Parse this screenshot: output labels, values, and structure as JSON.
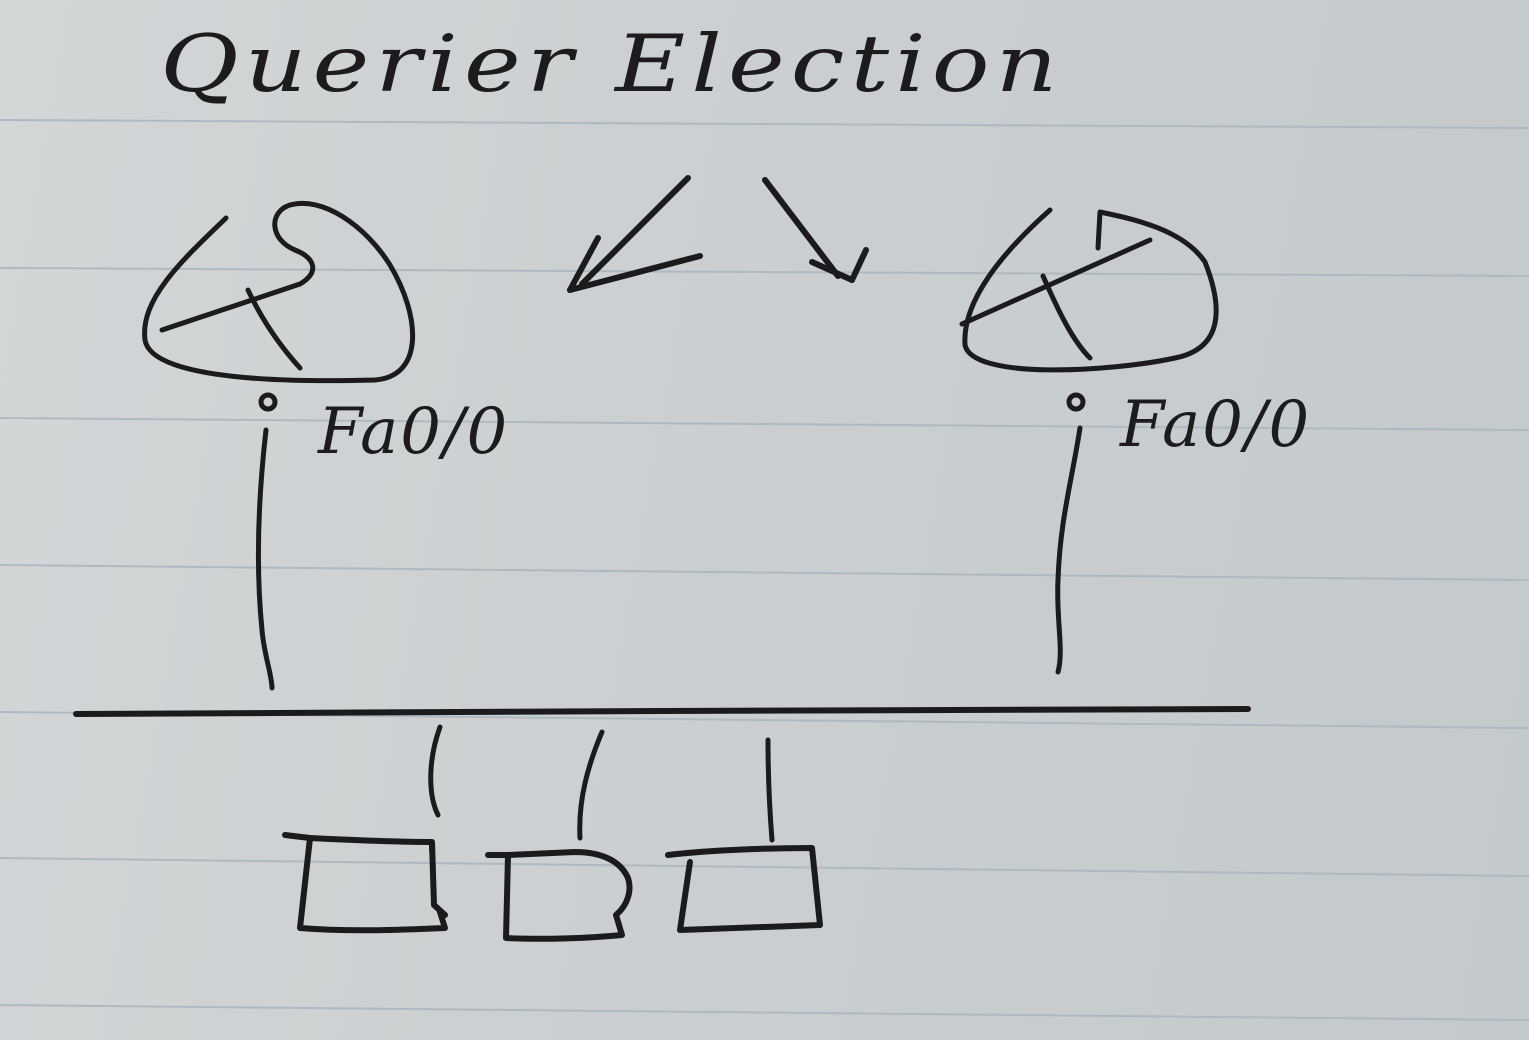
{
  "title": "Querier Election",
  "routers": [
    {
      "interface": "Fa0/0"
    },
    {
      "interface": "Fa0/0"
    }
  ],
  "hosts_count": 3,
  "colors": {
    "paper": "#cbcfd1",
    "rule_line": "#aeb9c1",
    "ink": "#1b1b1d"
  }
}
